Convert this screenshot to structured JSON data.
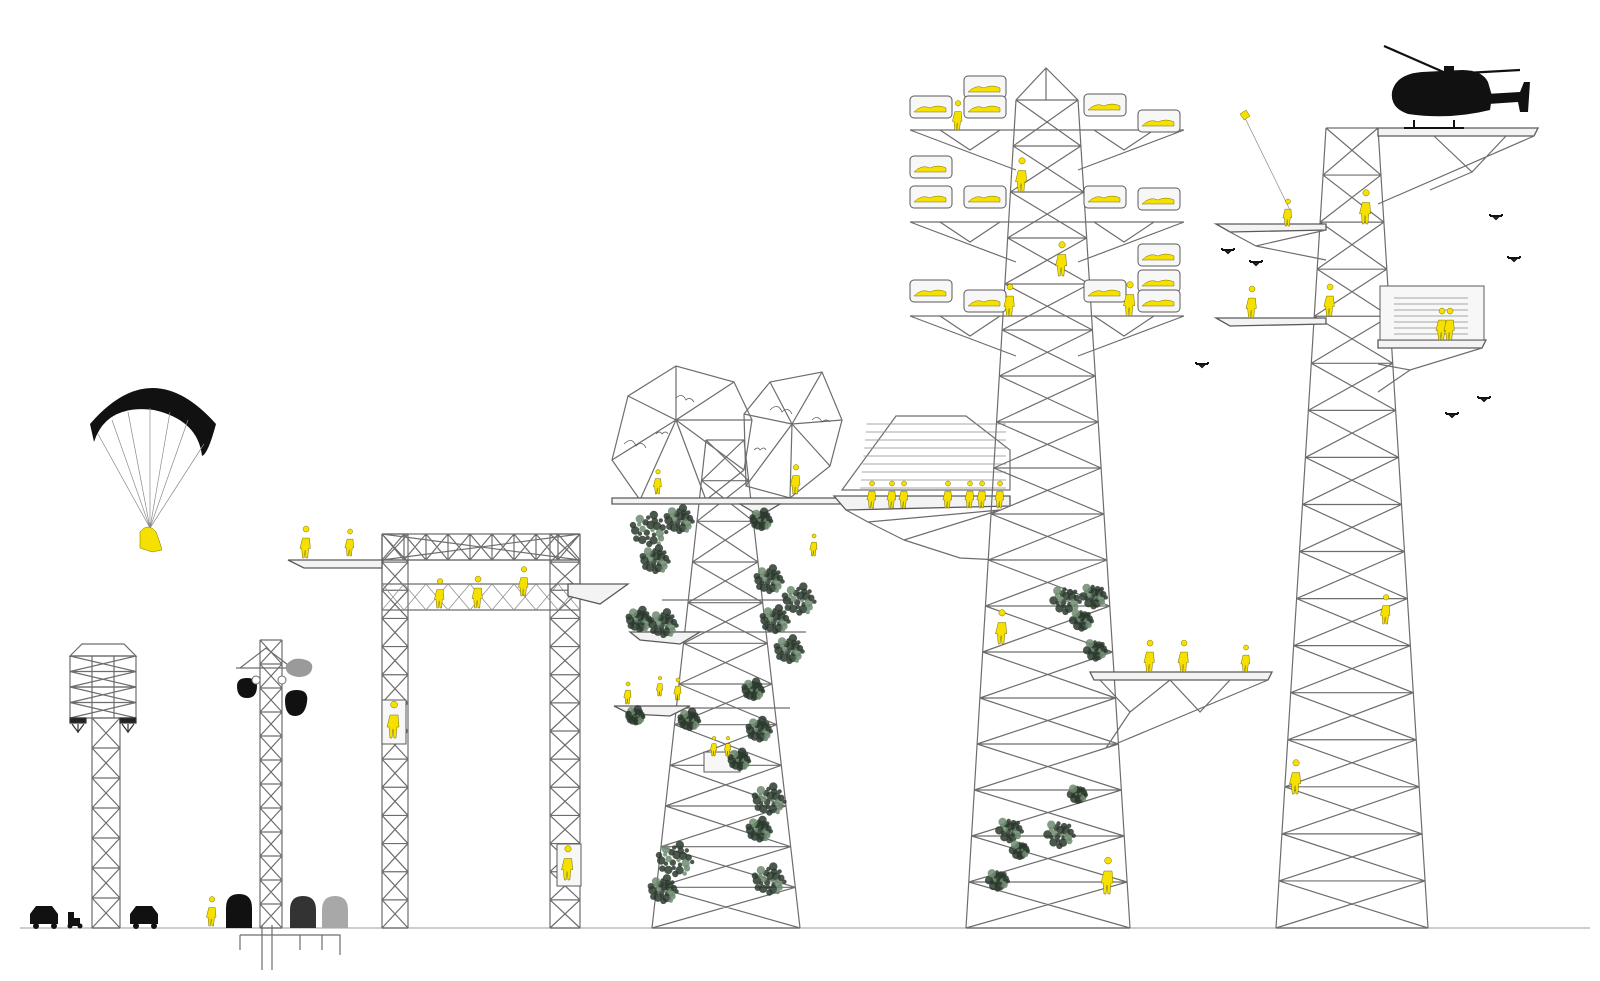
{
  "figure": {
    "towers": [
      {
        "kind": "floodlight-tower"
      },
      {
        "kind": "utility-pole"
      },
      {
        "kind": "sports-gantry"
      },
      {
        "kind": "vegetation-pylon"
      },
      {
        "kind": "housing-pylon"
      },
      {
        "kind": "heliport-pylon"
      }
    ],
    "figure_color": "#f5e000",
    "structure_color": "#6d6d6d",
    "ground_color": "#bdbdbd",
    "vehicle_color": "#111111"
  }
}
